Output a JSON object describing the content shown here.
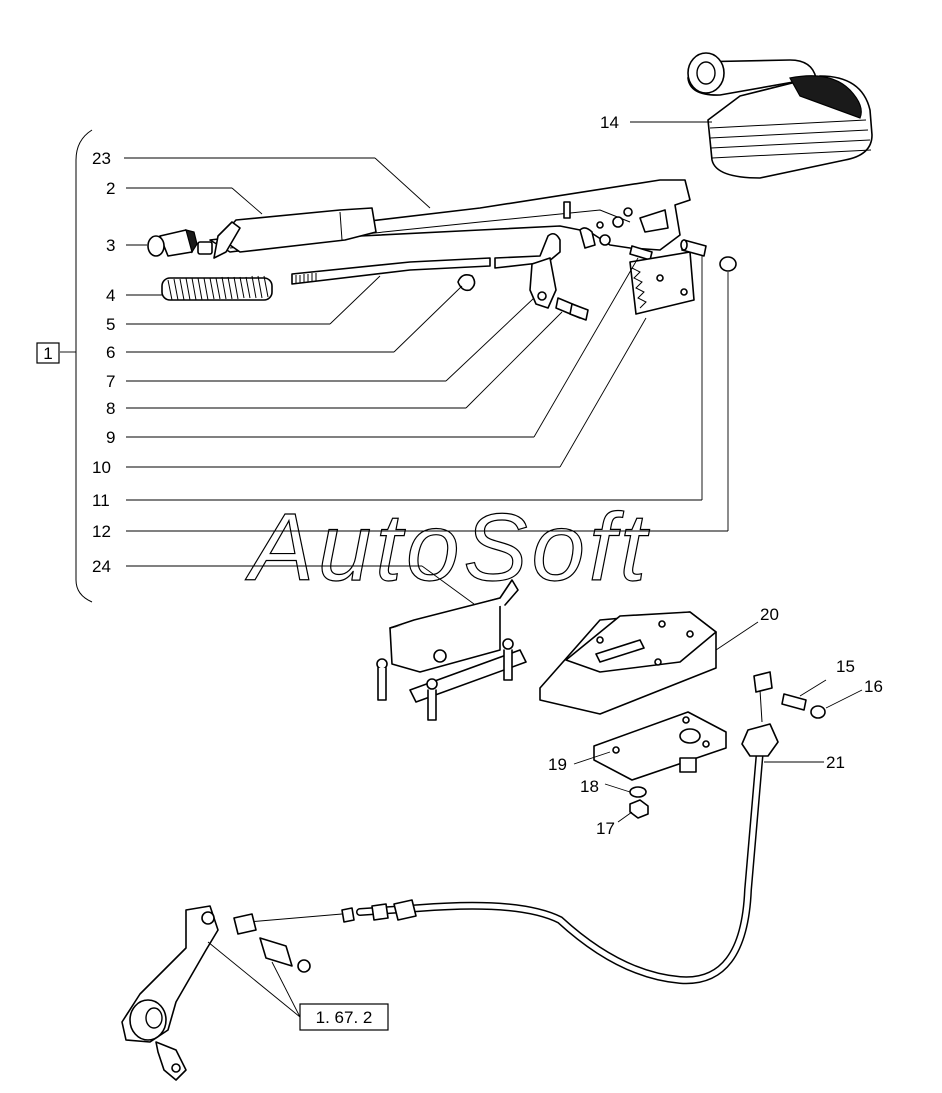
{
  "watermark": "AutoSoft",
  "group_label": "1",
  "reference_label": "1. 67. 2",
  "callouts": [
    {
      "id": "c23",
      "text": "23"
    },
    {
      "id": "c2",
      "text": "2"
    },
    {
      "id": "c3",
      "text": "3"
    },
    {
      "id": "c4",
      "text": "4"
    },
    {
      "id": "c5",
      "text": "5"
    },
    {
      "id": "c6",
      "text": "6"
    },
    {
      "id": "c7",
      "text": "7"
    },
    {
      "id": "c8",
      "text": "8"
    },
    {
      "id": "c9",
      "text": "9"
    },
    {
      "id": "c10",
      "text": "10"
    },
    {
      "id": "c11",
      "text": "11"
    },
    {
      "id": "c12",
      "text": "12"
    },
    {
      "id": "c24",
      "text": "24"
    },
    {
      "id": "c14",
      "text": "14"
    },
    {
      "id": "c20",
      "text": "20"
    },
    {
      "id": "c15",
      "text": "15"
    },
    {
      "id": "c16",
      "text": "16"
    },
    {
      "id": "c21",
      "text": "21"
    },
    {
      "id": "c19",
      "text": "19"
    },
    {
      "id": "c18",
      "text": "18"
    },
    {
      "id": "c17",
      "text": "17"
    }
  ]
}
